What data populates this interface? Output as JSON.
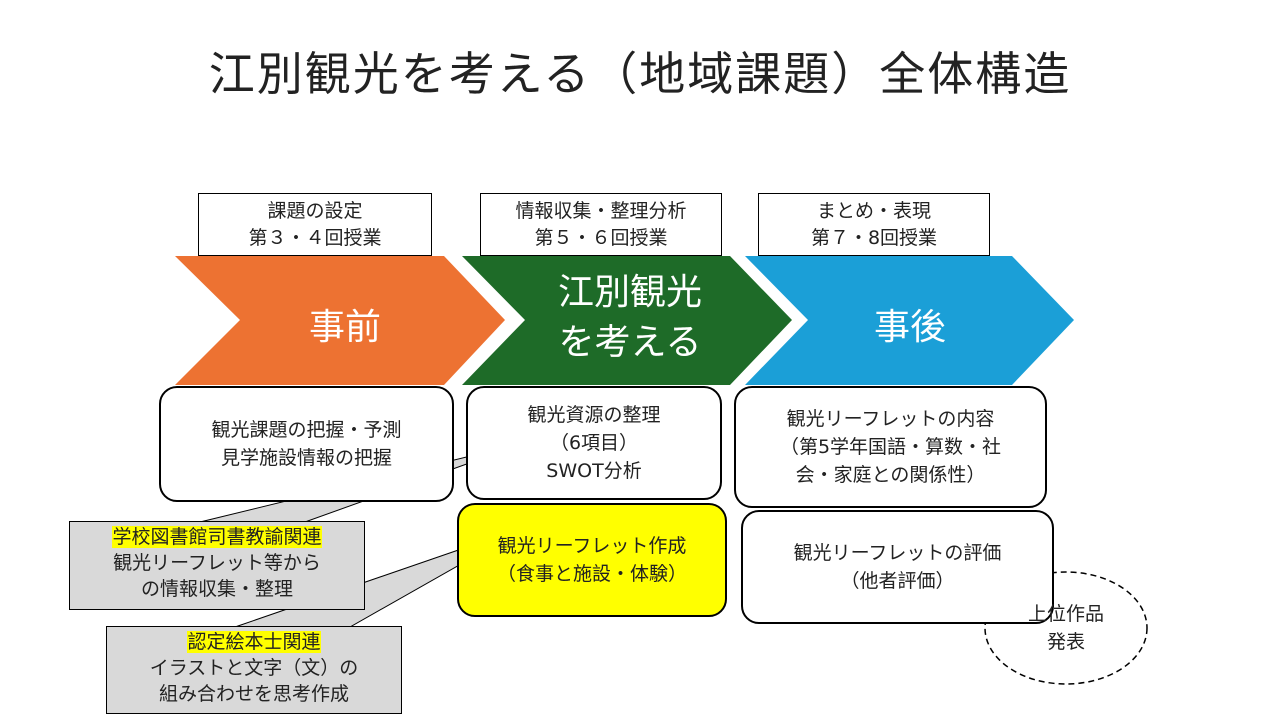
{
  "title": "江別観光を考える（地域課題）全体構造",
  "colors": {
    "orange": "#ed7232",
    "green": "#1e6b28",
    "blue": "#1b9fd7",
    "highlight": "#ffff00",
    "callout_bg": "#d9d9d9"
  },
  "stages": [
    {
      "label_line1": "課題の設定",
      "label_line2": "第３・４回授業",
      "name_line1": "事前",
      "name_line2": ""
    },
    {
      "label_line1": "情報収集・整理分析",
      "label_line2": "第５・６回授業",
      "name_line1": "江別観光",
      "name_line2": "を考える"
    },
    {
      "label_line1": "まとめ・表現",
      "label_line2": "第７・8回授業",
      "name_line1": "事後",
      "name_line2": ""
    }
  ],
  "boxes": {
    "pre": [
      "観光課題の把握・予測",
      "見学施設情報の把握"
    ],
    "main": [
      "観光資源の整理",
      "（6項目）",
      "SWOT分析"
    ],
    "main_yellow": [
      "観光リーフレット作成",
      "（食事と施設・体験）"
    ],
    "post1": [
      "観光リーフレットの内容",
      "（第5学年国語・算数・社",
      "会・家庭との関係性）"
    ],
    "post2": [
      "観光リーフレットの評価",
      "（他者評価）"
    ]
  },
  "callouts": {
    "library": {
      "highlight": "学校図書館司書教諭関連",
      "line2": "観光リーフレット等から",
      "line3": "の情報収集・整理"
    },
    "picturebook": {
      "highlight": "認定絵本士関連",
      "line2": "イラストと文字（文）の",
      "line3": "組み合わせを思考作成"
    }
  },
  "presentation": [
    "上位作品",
    "発表"
  ]
}
